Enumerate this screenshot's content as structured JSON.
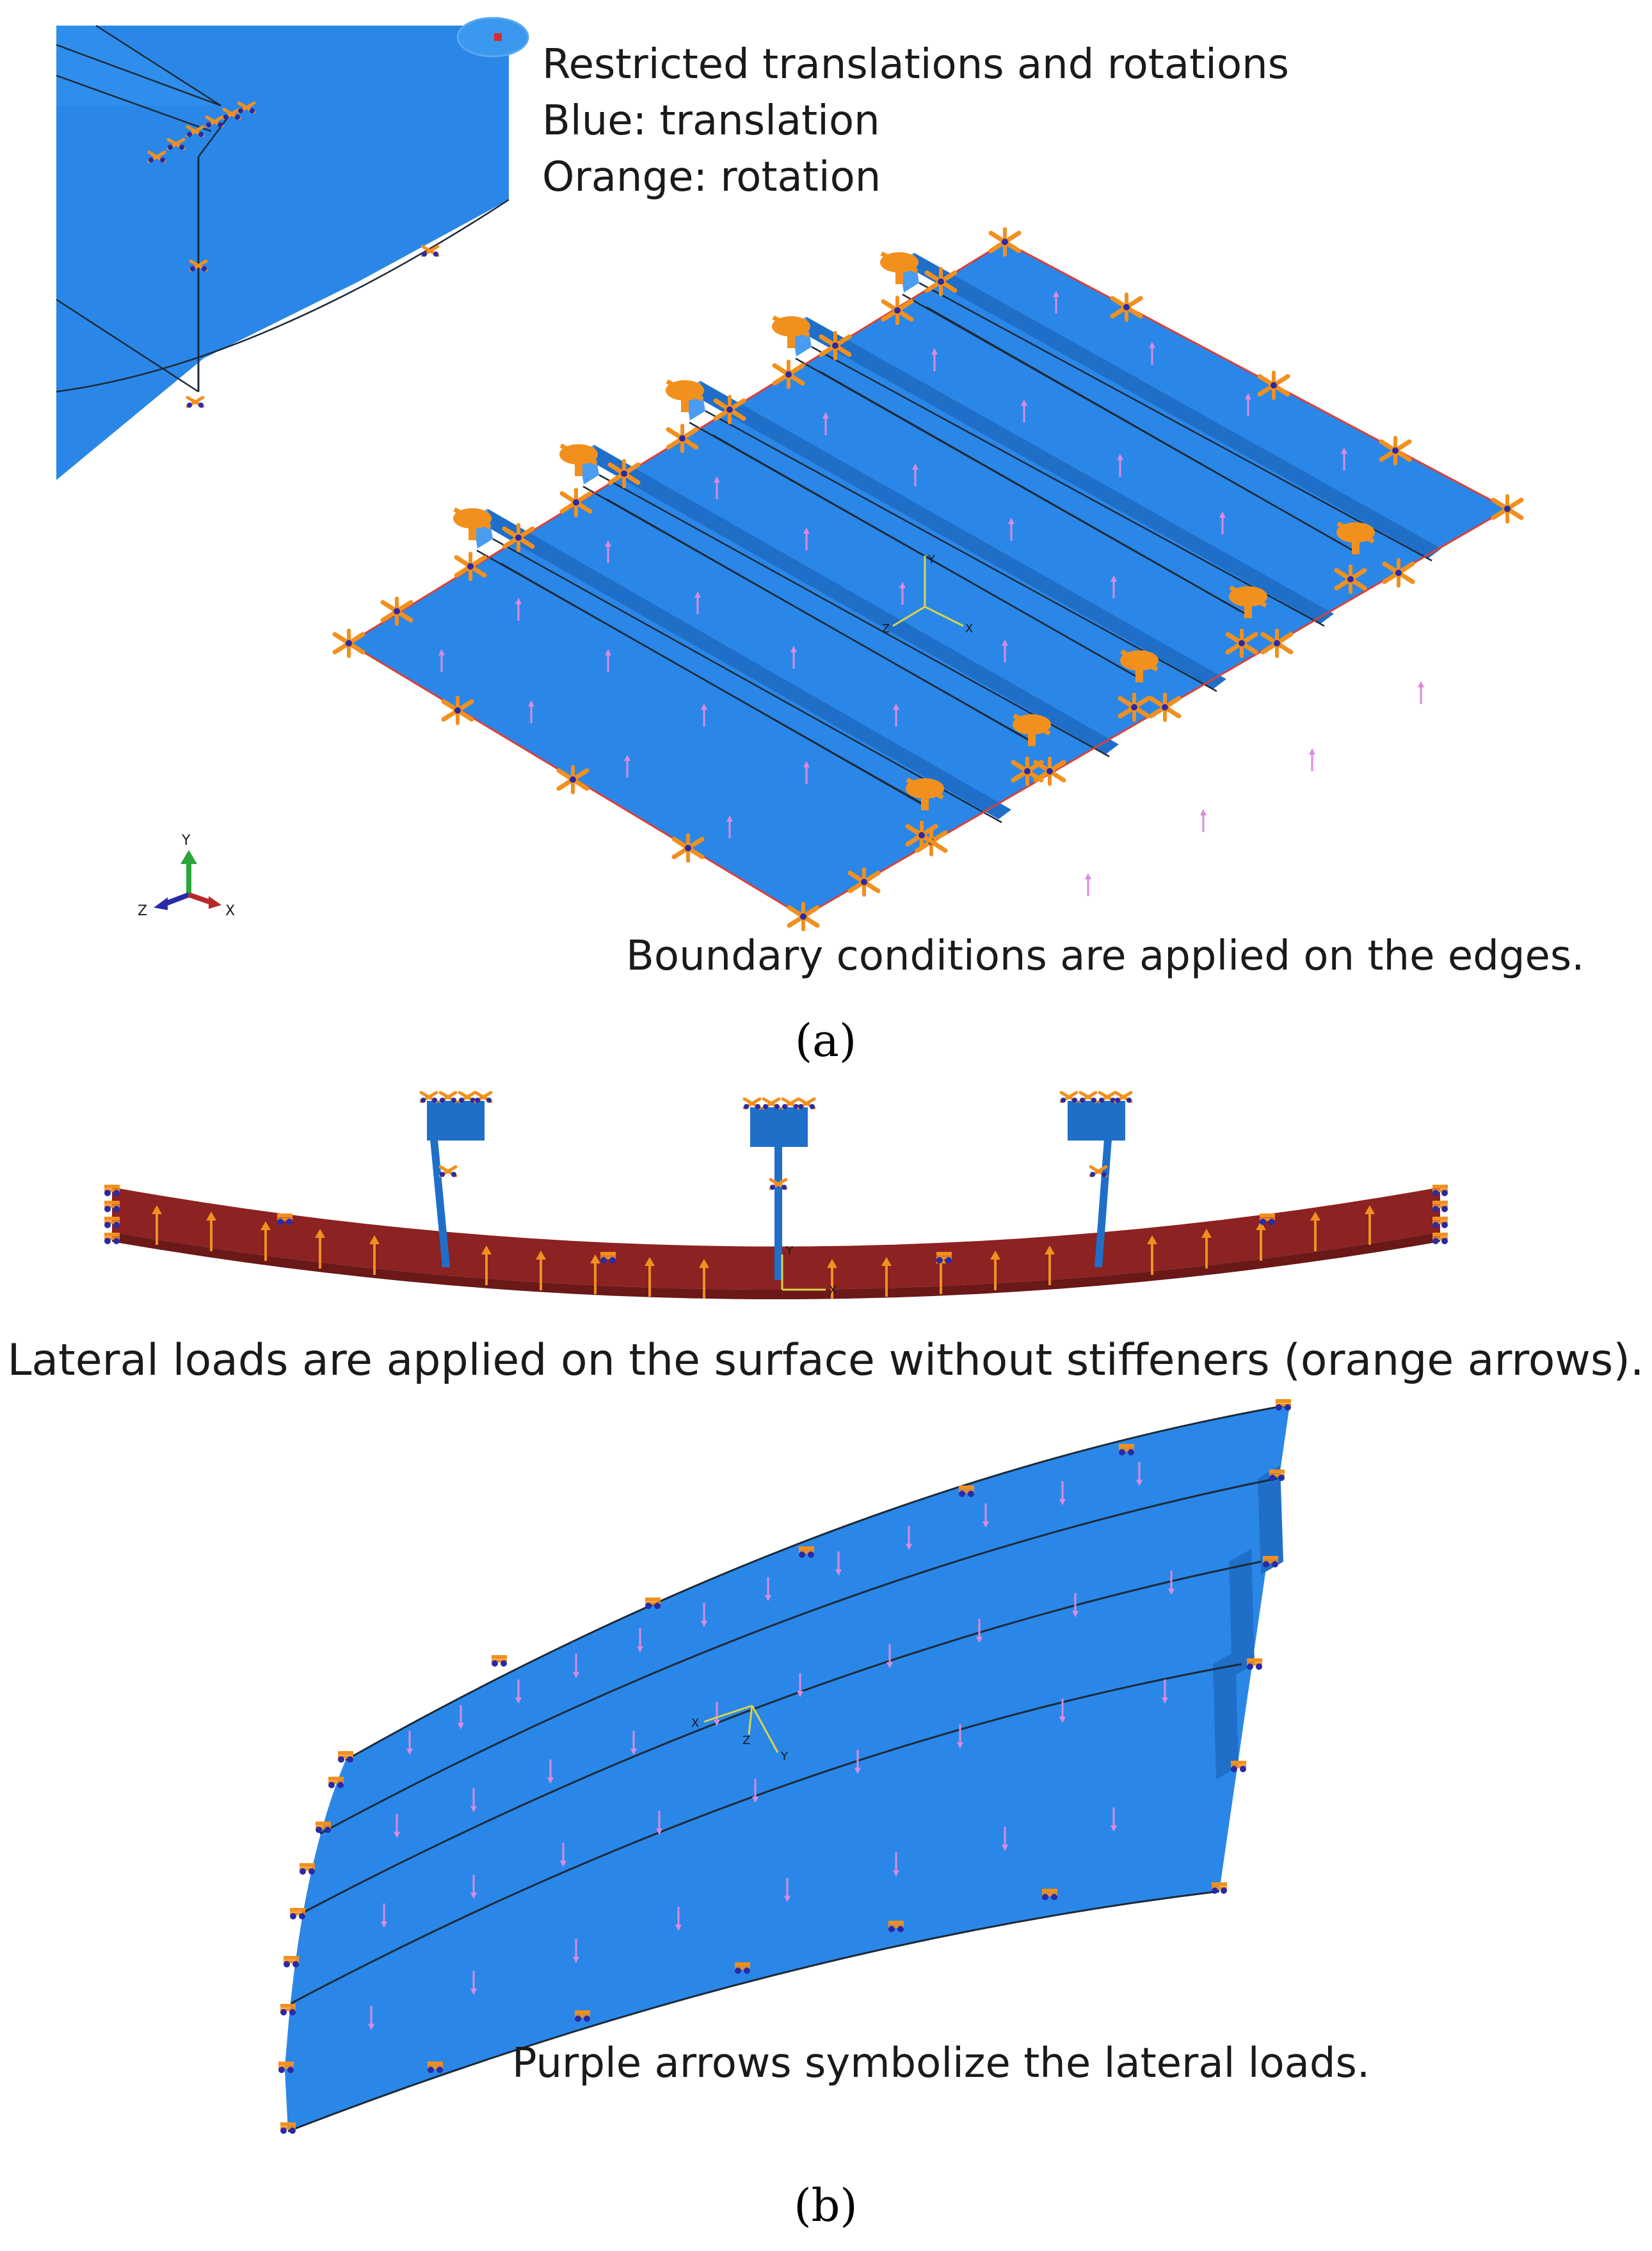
{
  "colors": {
    "plate_blue": "#2a87e8",
    "plate_blue_dark": "#1f6fc9",
    "plate_blue_light": "#4a9cf0",
    "translation_blue": "#2a2aa8",
    "rotation_orange": "#f2901e",
    "load_purple": "#d98be0",
    "edge_red": "#d9403a",
    "section_red": "#8c2222",
    "section_red_dark": "#6a1818",
    "line_dark": "#1c2a3a",
    "axis_green": "#2aa63a",
    "axis_yellow": "#d8d44a"
  },
  "panel_a": {
    "label_text": "Restricted translations and rotations",
    "label_blue": "Blue: translation",
    "label_orange": "Orange: rotation",
    "caption": "Boundary conditions are applied on the edges.",
    "panel_label": "(a)",
    "triad": {
      "y": "Y",
      "z": "Z",
      "x": "X"
    },
    "mini_triad": {
      "y": "Y",
      "z": "Z",
      "x": "X"
    }
  },
  "panel_b": {
    "caption_top": "Lateral loads are applied on the surface without stiffeners (orange arrows).",
    "caption_bottom": "Purple arrows symbolize the lateral loads.",
    "panel_label": "(b)",
    "section_triad": {
      "y": "Y",
      "x": "X"
    },
    "curved_triad": {
      "x": "X",
      "y": "Y",
      "z": "Z"
    }
  }
}
